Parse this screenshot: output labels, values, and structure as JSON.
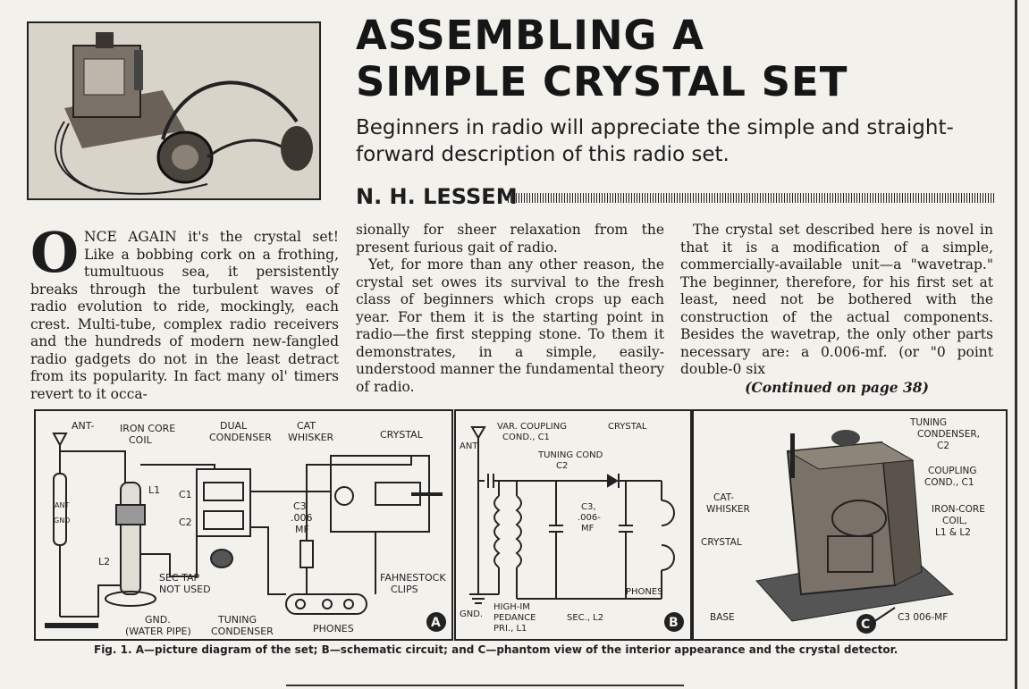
{
  "header": {
    "title_line1": "ASSEMBLING A",
    "title_line2": "SIMPLE CRYSTAL SET",
    "subtitle": "Beginners in radio will appreciate the simple and straight-forward description of this radio set.",
    "author": "N. H. LESSEM"
  },
  "body": {
    "dropcap": "O",
    "col1": "NCE AGAIN it's the crystal set! Like a bobbing cork on a frothing, tumultuous sea, it persistently breaks through the turbulent waves of radio evolution to ride, mockingly, each crest. Multi-tube, complex radio receivers and the hundreds of modern new-fangled radio gadgets do not in the least detract from its popularity. In fact many ol' timers revert to it occa-",
    "col2_p1": "sionally for sheer relaxation from the present furious gait of radio.",
    "col2_p2": "Yet, for more than any other reason, the crystal set owes its survival to the fresh class of beginners which crops up each year. For them it is the starting point in radio—the first stepping stone. To them it demonstrates, in a simple, easily-understood manner the fundamental theory of radio.",
    "col3": "The crystal set described here is novel in that it is a modification of a simple, commercially-available unit—a \"wavetrap.\" The beginner, therefore, for his first set at least, need not be bothered with the construction of the actual components. Besides the wavetrap, the only other parts necessary are: a 0.006-mf. (or \"0 point double-0 six",
    "continued": "(Continued on page 38)"
  },
  "figA": {
    "ant": "ANT-",
    "iron_core_coil": [
      "IRON CORE",
      "COIL"
    ],
    "dual_condenser": [
      "DUAL",
      "CONDENSER"
    ],
    "cat_whisker": [
      "CAT",
      "WHISKER"
    ],
    "crystal": "CRYSTAL",
    "l1": "L1",
    "c1": "C1",
    "c2": "C2",
    "c3": [
      "C3",
      ".006",
      "MF"
    ],
    "ant_small": "ANT",
    "gnd_small": "GND",
    "l2": "L2",
    "sec_tap": [
      "SEC TAP",
      "NOT USED"
    ],
    "fahnestock": [
      "FAHNESTOCK",
      "CLIPS"
    ],
    "gnd_water": [
      "GND.",
      "(WATER PIPE)"
    ],
    "tuning_condenser": [
      "TUNING",
      "CONDENSER"
    ],
    "phones": "PHONES",
    "badge": "A"
  },
  "figB": {
    "ant": "ANT.",
    "var_coupling": [
      "VAR. COUPLING",
      "COND., C1"
    ],
    "crystal": "CRYSTAL",
    "tuning_cond": [
      "TUNING COND",
      "C2"
    ],
    "c3": [
      "C3,",
      ".006-",
      "MF"
    ],
    "phones": "PHONES",
    "gnd": "GND.",
    "high_im": [
      "HIGH-IM",
      "PEDANCE",
      "PRI., L1"
    ],
    "sec": "SEC., L2",
    "badge": "B"
  },
  "figC": {
    "tuning_condenser": [
      "TUNING",
      "CONDENSER,",
      "C2"
    ],
    "coupling_cond": [
      "COUPLING",
      "COND., C1"
    ],
    "cat_whisker": [
      "CAT-",
      "WHISKER"
    ],
    "iron_core": [
      "IRON-CORE",
      "COIL,",
      "L1 & L2"
    ],
    "crystal": "CRYSTAL",
    "base": "BASE",
    "c3": "C3 006-MF",
    "badge": "C"
  },
  "caption": "Fig. 1. A—picture diagram of the set; B—schematic circuit; and C—phantom view of the interior appearance and the crystal detector."
}
